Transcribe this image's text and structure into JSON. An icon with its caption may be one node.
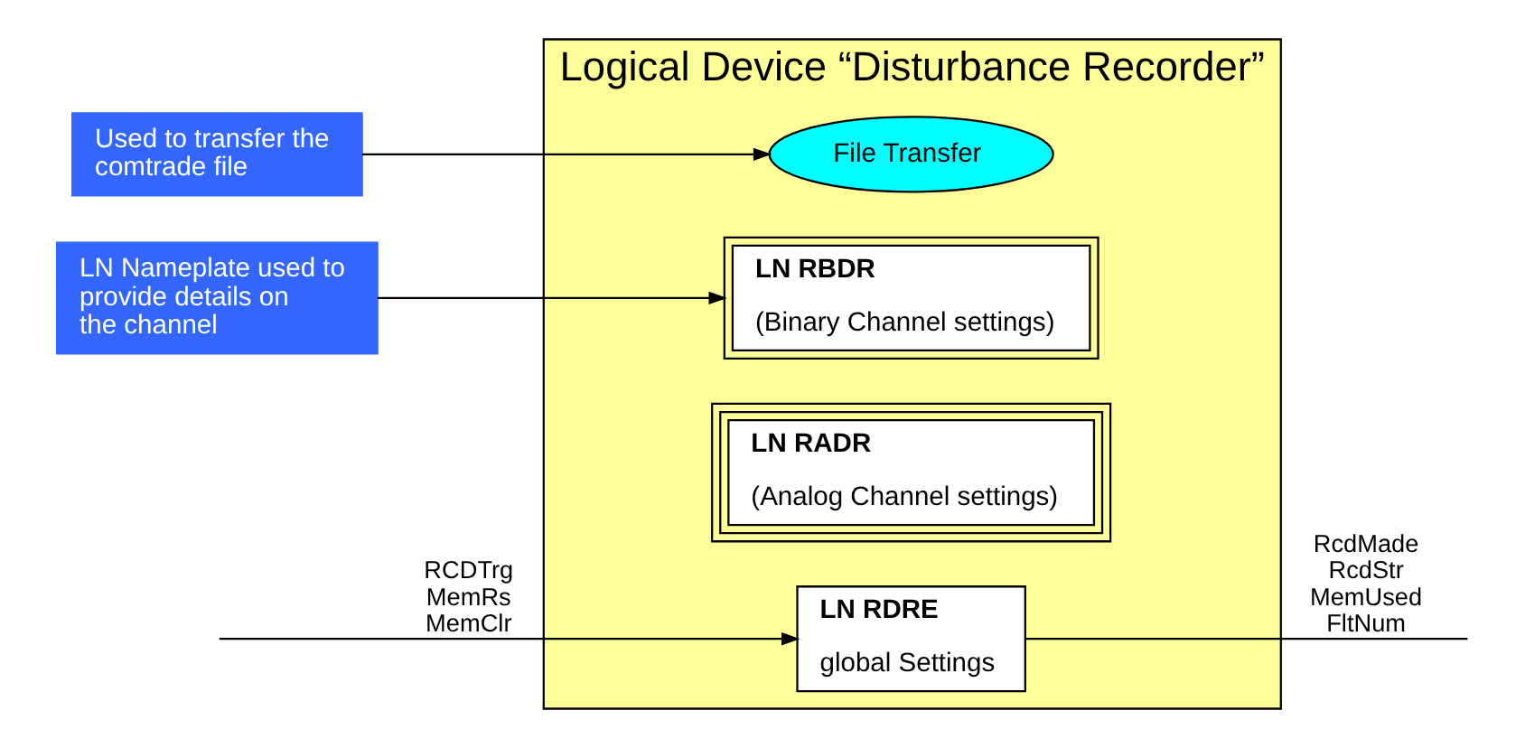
{
  "diagram": {
    "nodes": [
      {
        "text": [
          "Logical Device “Disturbance Recorder”"
        ]
      },
      {
        "text": [
          "LN RDRE",
          "global Settings"
        ],
        "in": 0
      },
      {
        "text": [
          "File Transfer"
        ],
        "in": 0
      },
      {
        "text": [
          "LN RADR",
          "(Analog Channel settings)"
        ],
        "in": 0
      },
      {
        "text": [
          "LN RBDR",
          "(Binary Channel settings)"
        ],
        "in": 0
      },
      {
        "text": [
          "Used to transfer the comtrade file"
        ]
      },
      {
        "text": [
          "LN Nameplate used to provide details on the channel"
        ]
      }
    ],
    "edges": [
      {
        "from": null,
        "to": 1,
        "arrow": "to",
        "label": "RCDTrg MemRs MemClr"
      },
      {
        "from": 1,
        "to": null,
        "arrow": "none",
        "label": "RcdMade RcdStr MemUsed FltNum"
      },
      {
        "from": 5,
        "to": 2,
        "arrow": "to"
      },
      {
        "from": 6,
        "to": 4,
        "arrow": "to"
      }
    ]
  }
}
